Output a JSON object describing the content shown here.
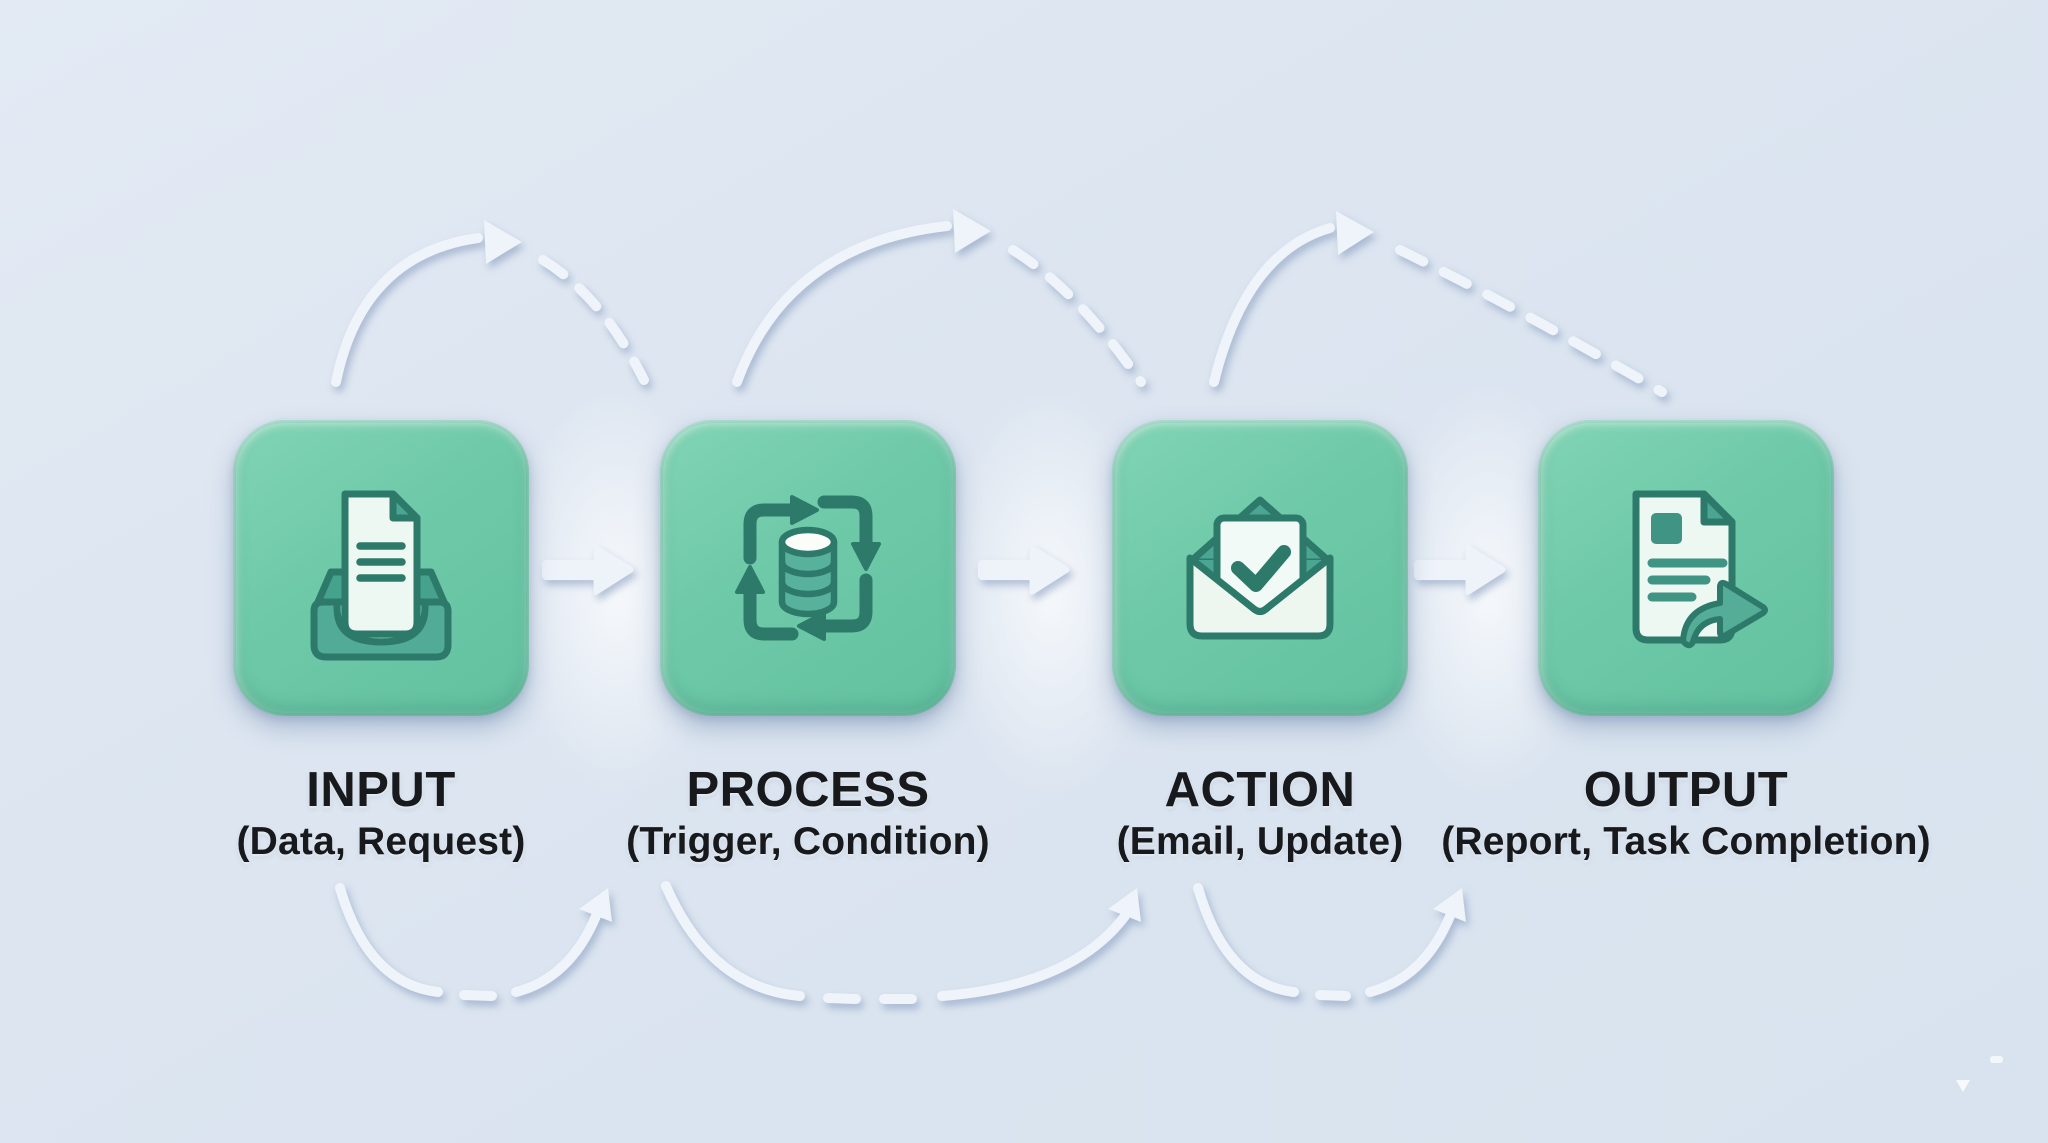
{
  "diagram": {
    "type": "workflow-flowchart",
    "direction": "left-to-right",
    "stages": [
      {
        "title": "INPUT",
        "subtitle": "(Data, Request)",
        "icon": "inbox-document-icon"
      },
      {
        "title": "PROCESS",
        "subtitle": "(Trigger, Condition)",
        "icon": "database-cycle-icon"
      },
      {
        "title": "ACTION",
        "subtitle": "(Email, Update)",
        "icon": "envelope-check-icon"
      },
      {
        "title": "OUTPUT",
        "subtitle": "(Report, Task Completion)",
        "icon": "document-share-icon"
      }
    ],
    "connectors": {
      "straight_arrows_between_cards": 3,
      "top_curved_arc_arrows": 3,
      "bottom_curved_arc_arrows": 3,
      "arc_style": "solid rise with arrowhead, dashed fall"
    }
  },
  "colors": {
    "background": "#dce5f0",
    "card_face": "#6ec9a8",
    "card_edge": "#58b597",
    "icon_outline": "#2d7a6b",
    "icon_mid_teal": "#4aa592",
    "icon_light_fill": "#eef8f3",
    "connector_white": "#eff3fa",
    "text": "#17191d"
  }
}
